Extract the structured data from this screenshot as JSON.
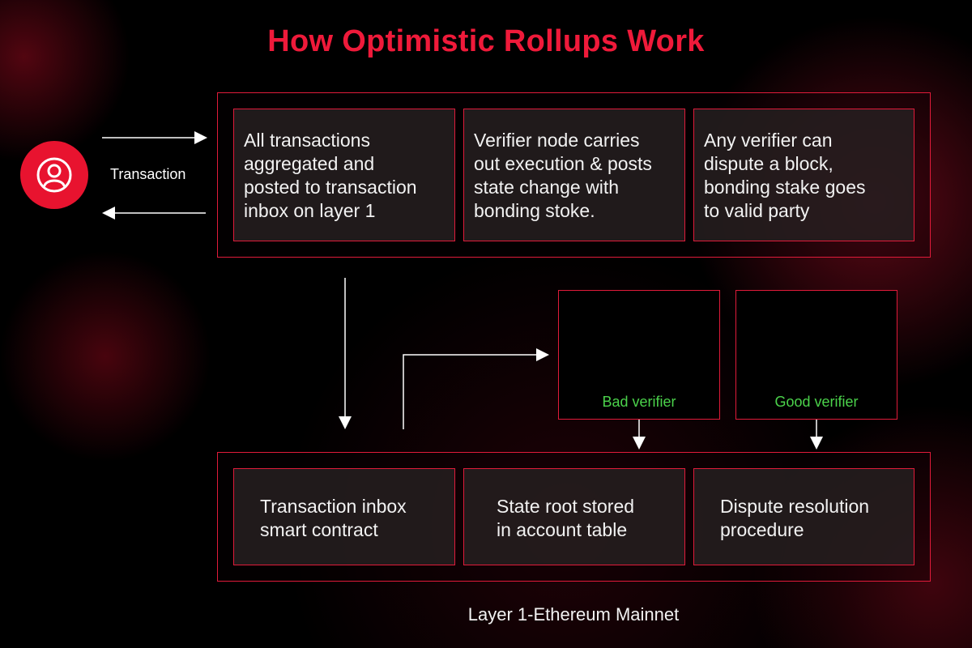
{
  "title": "How Optimistic Rollups Work",
  "user": {
    "icon": "user-icon",
    "label": "Transaction"
  },
  "top_steps": [
    {
      "lines": [
        "All transactions",
        "aggregated and",
        "posted to transaction",
        "inbox on layer 1"
      ]
    },
    {
      "lines": [
        "Verifier node carries",
        "out execution & posts",
        "state change with",
        "bonding stoke."
      ]
    },
    {
      "lines": [
        "Any verifier can",
        "dispute a block,",
        "bonding stake goes",
        "to valid party"
      ]
    }
  ],
  "verifiers": [
    {
      "label": "Bad verifier"
    },
    {
      "label": "Good verifier"
    }
  ],
  "bottom_steps": [
    {
      "lines": [
        "Transaction inbox",
        "smart contract"
      ]
    },
    {
      "lines": [
        "State root stored",
        "in account table"
      ]
    },
    {
      "lines": [
        "Dispute resolution",
        "procedure"
      ]
    }
  ],
  "footer": "Layer 1-Ethereum Mainnet",
  "colors": {
    "accent": "#e01b3a",
    "title": "#ef1a3a",
    "verifier_text": "#4bd24b"
  }
}
